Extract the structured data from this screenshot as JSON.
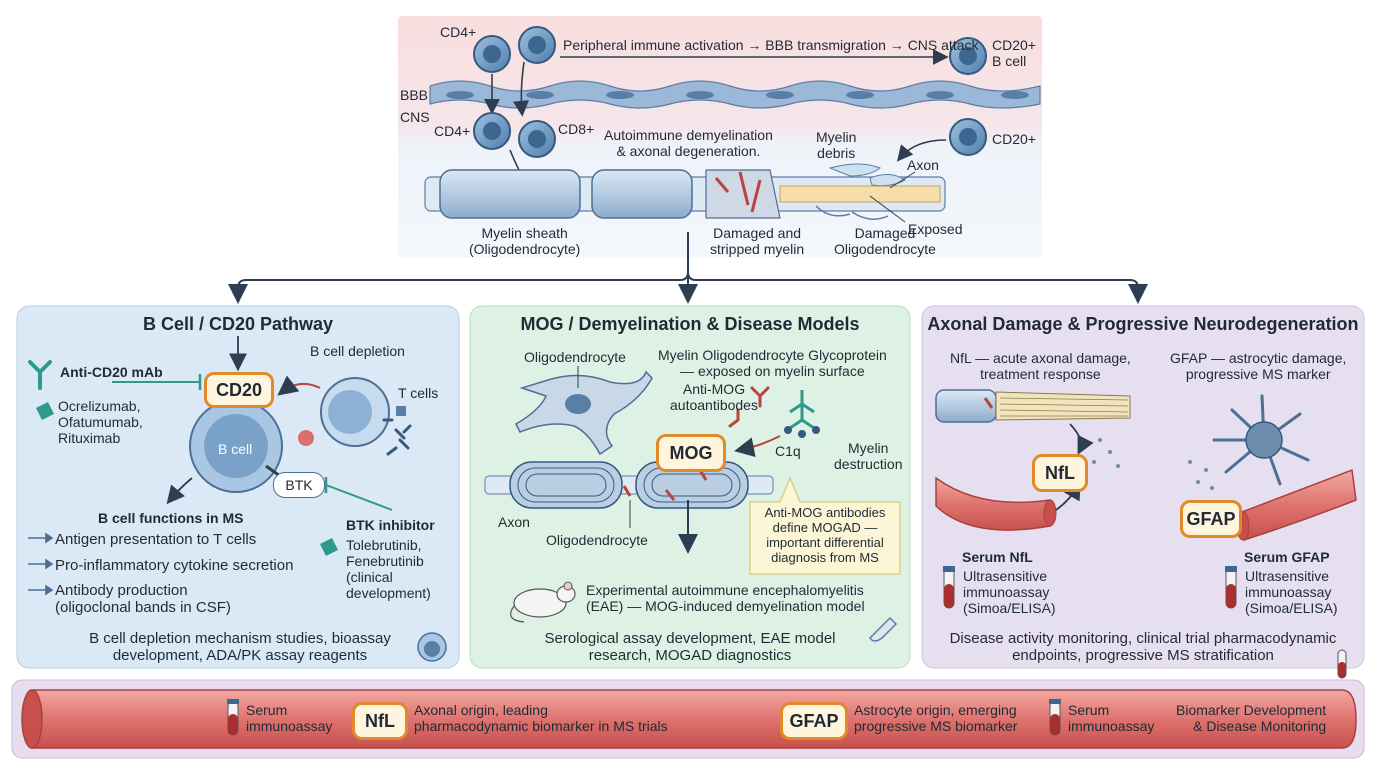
{
  "top": {
    "cd4_top": "CD4+",
    "pathway": "Peripheral immune activation → BBB transmigration → CNS attack",
    "cd20_bcell": "CD20+\nB cell",
    "bbb": "BBB",
    "cns": "CNS",
    "cd4_cns": "CD4+",
    "cd8": "CD8+",
    "cd20_cns": "CD20+",
    "autoimmune": "Autoimmune demyelination\n& axonal degeneration.",
    "myelin_debris": "Myelin\ndebris",
    "axon": "Axon",
    "exposed": "Exposed",
    "myelin_sheath": "Myelin sheath\n(Oligodendrocyte)",
    "damaged_myelin": "Damaged and\nstripped myelin",
    "damaged_oligo": "Damaged\nOligodendrocyte"
  },
  "panel_b": {
    "title": "B Cell / CD20 Pathway",
    "anti_cd20": "Anti-CD20 mAb",
    "drugs_cd20": "Ocrelizumab,\nOfatumumab,\nRituximab",
    "cd20_badge": "CD20",
    "b_depletion": "B cell depletion",
    "t_cells": "T cells",
    "b_cell": "B cell",
    "btk": "BTK",
    "functions_title": "B cell functions in MS",
    "functions": [
      "Antigen presentation to T cells",
      "Pro-inflammatory cytokine secretion",
      "Antibody production\n(oligoclonal bands in CSF)"
    ],
    "btk_inhibitor": "BTK inhibitor",
    "btk_drugs": "Tolebrutinib,\nFenebrutinib\n(clinical\ndevelopment)",
    "footer": "B cell depletion mechanism studies, bioassay\ndevelopment, ADA/PK assay reagents"
  },
  "panel_m": {
    "title": "MOG / Demyelination & Disease Models",
    "oligodendrocyte": "Oligodendrocyte",
    "mog_desc": "Myelin Oligodendrocyte Glycoprotein\n— exposed on myelin surface",
    "anti_mog": "Anti-MOG\nautoantibodes",
    "mog_badge": "MOG",
    "c1q": "C1q",
    "myelin_destruction": "Myelin\ndestruction",
    "axon": "Axon",
    "oligodendrocyte2": "Oligodendrocyte",
    "callout": "Anti-MOG antibodies\ndefine MOGAD —\nimportant differential\ndiagnosis from MS",
    "eae": "Experimental autoimmune encephalomyelitis\n(EAE) — MOG-induced demyelination model",
    "footer": "Serological assay development, EAE model\nresearch, MOGAD diagnostics"
  },
  "panel_a": {
    "title": "Axonal Damage & Progressive Neurodegeneration",
    "nfl_desc": "NfL — acute axonal damage,\ntreatment response",
    "gfap_desc": "GFAP — astrocytic damage,\nprogressive MS marker",
    "nfl_badge": "NfL",
    "gfap_badge": "GFAP",
    "serum_nfl": "Serum NfL",
    "serum_gfap": "Serum GFAP",
    "assay_nfl": "Ultrasensitive\nimmunoassay\n(Simoa/ELISA)",
    "assay_gfap": "Ultrasensitive\nimmunoassay\n(Simoa/ELISA)",
    "footer": "Disease activity monitoring, clinical trial pharmacodynamic\nendpoints, progressive MS stratification"
  },
  "bottom": {
    "serum1": "Serum\nimmunoassay",
    "nfl_badge": "NfL",
    "nfl_text": "Axonal origin, leading\npharmacodynamic biomarker in MS trials",
    "gfap_badge": "GFAP",
    "gfap_text": "Astrocyte origin, emerging\nprogressive MS biomarker",
    "serum2": "Serum\nimmunoassay",
    "right": "Biomarker Development\n& Disease Monitoring"
  },
  "colors": {
    "panel_blue": "#dbe9f6",
    "panel_green": "#ddf2e4",
    "panel_purple": "#e6dff0",
    "badge_border": "#e08a2a",
    "vessel_red": "#e0736f"
  }
}
